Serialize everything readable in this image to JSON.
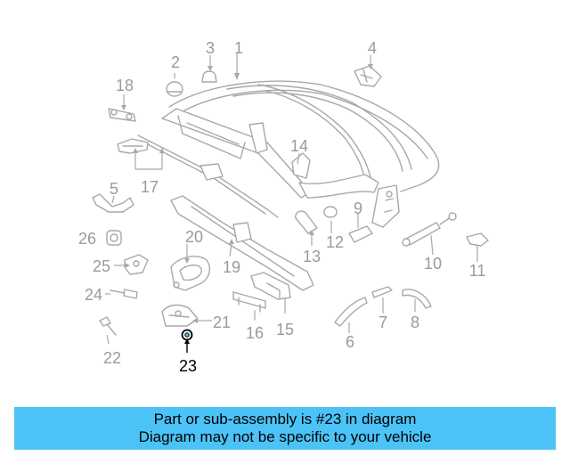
{
  "callouts": [
    "1",
    "2",
    "3",
    "4",
    "5",
    "6",
    "7",
    "8",
    "9",
    "10",
    "11",
    "12",
    "13",
    "14",
    "15",
    "16",
    "17",
    "18",
    "19",
    "20",
    "21",
    "22",
    "23",
    "24",
    "25",
    "26"
  ],
  "highlight_callout": "23",
  "banner": {
    "line1": "Part or sub-assembly is #23 in diagram",
    "line2": "Diagram may not be specific to your vehicle"
  },
  "colors": {
    "banner": "#4cc3f7",
    "part_line": "#a8a8a8",
    "highlight": "#000000"
  }
}
